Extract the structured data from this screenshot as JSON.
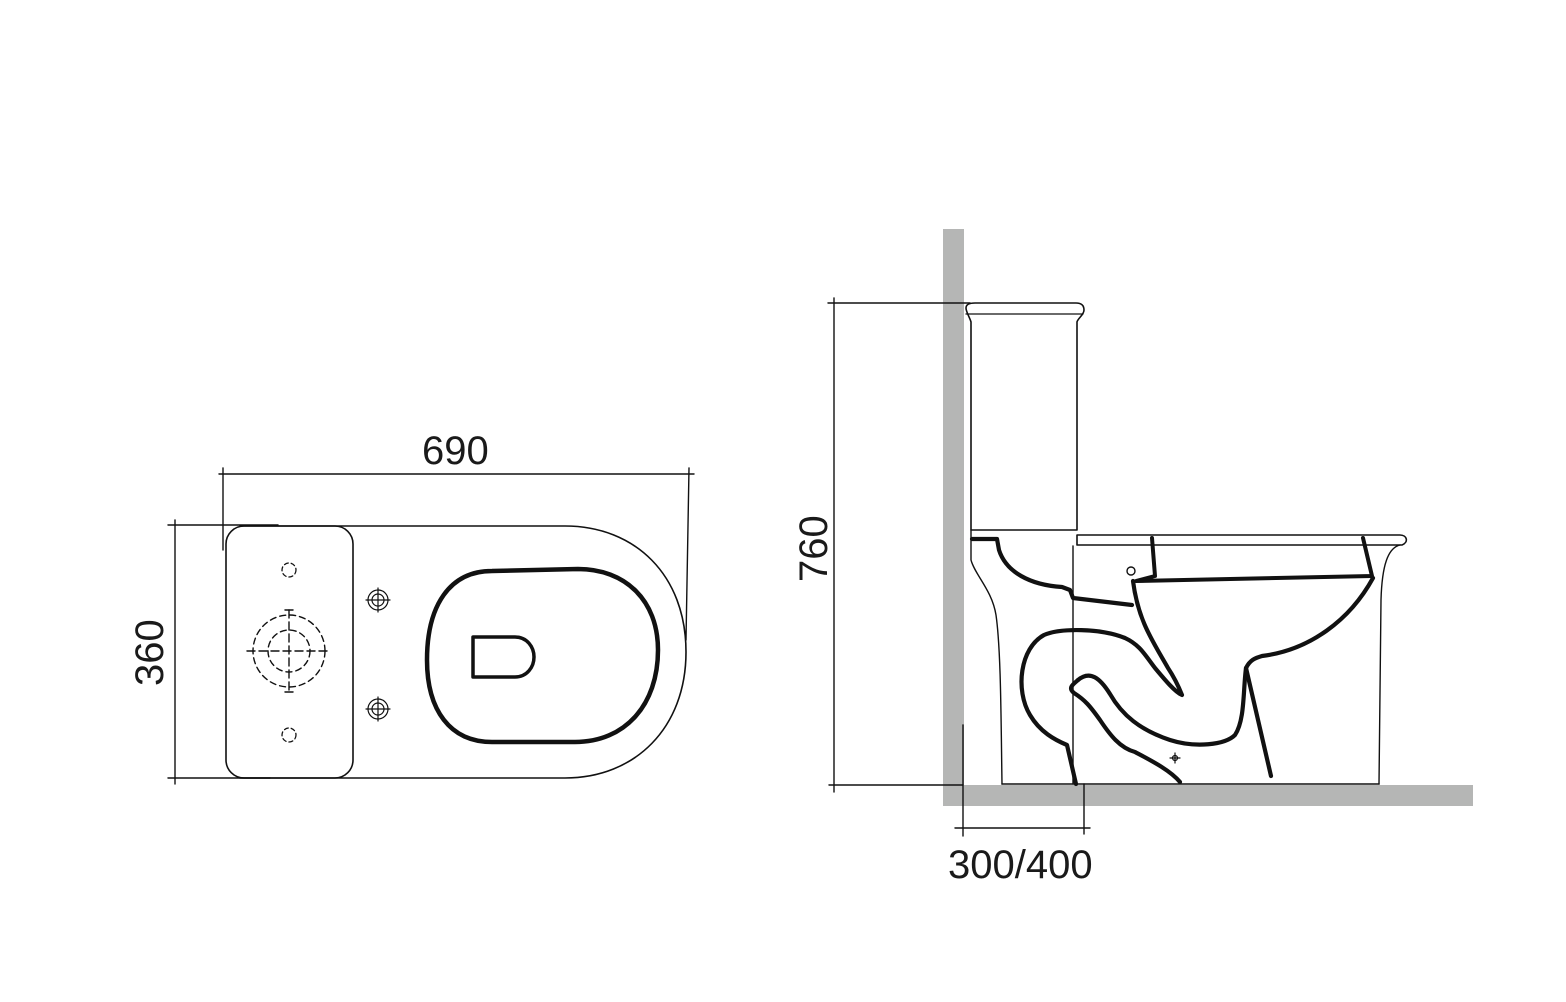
{
  "diagram": {
    "type": "technical-drawing",
    "subject": "close-coupled toilet",
    "colors": {
      "line": "#111111",
      "wall_floor": "#b5b6b5",
      "background": "#ffffff"
    },
    "top_view": {
      "dimensions": {
        "length": "690",
        "width": "360"
      }
    },
    "side_view": {
      "dimensions": {
        "height": "760",
        "rough_in": "300/400"
      }
    }
  }
}
